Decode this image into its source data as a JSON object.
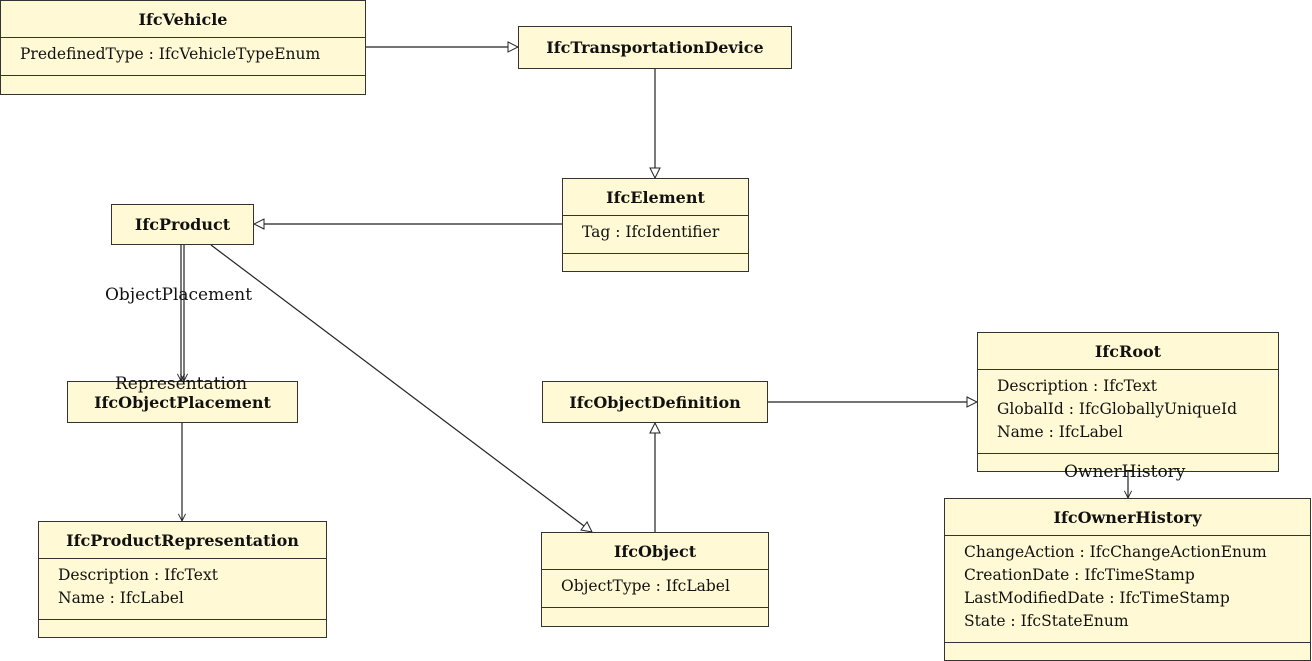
{
  "classes": {
    "vehicle": {
      "name": "IfcVehicle",
      "attributes": [
        "PredefinedType : IfcVehicleTypeEnum"
      ]
    },
    "transportation_device": {
      "name": "IfcTransportationDevice",
      "attributes": []
    },
    "element": {
      "name": "IfcElement",
      "attributes": [
        "Tag : IfcIdentifier"
      ]
    },
    "product": {
      "name": "IfcProduct",
      "attributes": []
    },
    "object_placement": {
      "name": "IfcObjectPlacement",
      "attributes": []
    },
    "product_representation": {
      "name": "IfcProductRepresentation",
      "attributes": [
        "Description : IfcText",
        "Name : IfcLabel"
      ]
    },
    "object_definition": {
      "name": "IfcObjectDefinition",
      "attributes": []
    },
    "object": {
      "name": "IfcObject",
      "attributes": [
        "ObjectType : IfcLabel"
      ]
    },
    "root": {
      "name": "IfcRoot",
      "attributes": [
        "Description : IfcText",
        "GlobalId : IfcGloballyUniqueId",
        "Name : IfcLabel"
      ]
    },
    "owner_history": {
      "name": "IfcOwnerHistory",
      "attributes": [
        "ChangeAction : IfcChangeActionEnum",
        "CreationDate : IfcTimeStamp",
        "LastModifiedDate : IfcTimeStamp",
        "State : IfcStateEnum"
      ]
    }
  },
  "associations": {
    "object_placement": "ObjectPlacement",
    "representation": "Representation",
    "owner_history": "OwnerHistory"
  }
}
